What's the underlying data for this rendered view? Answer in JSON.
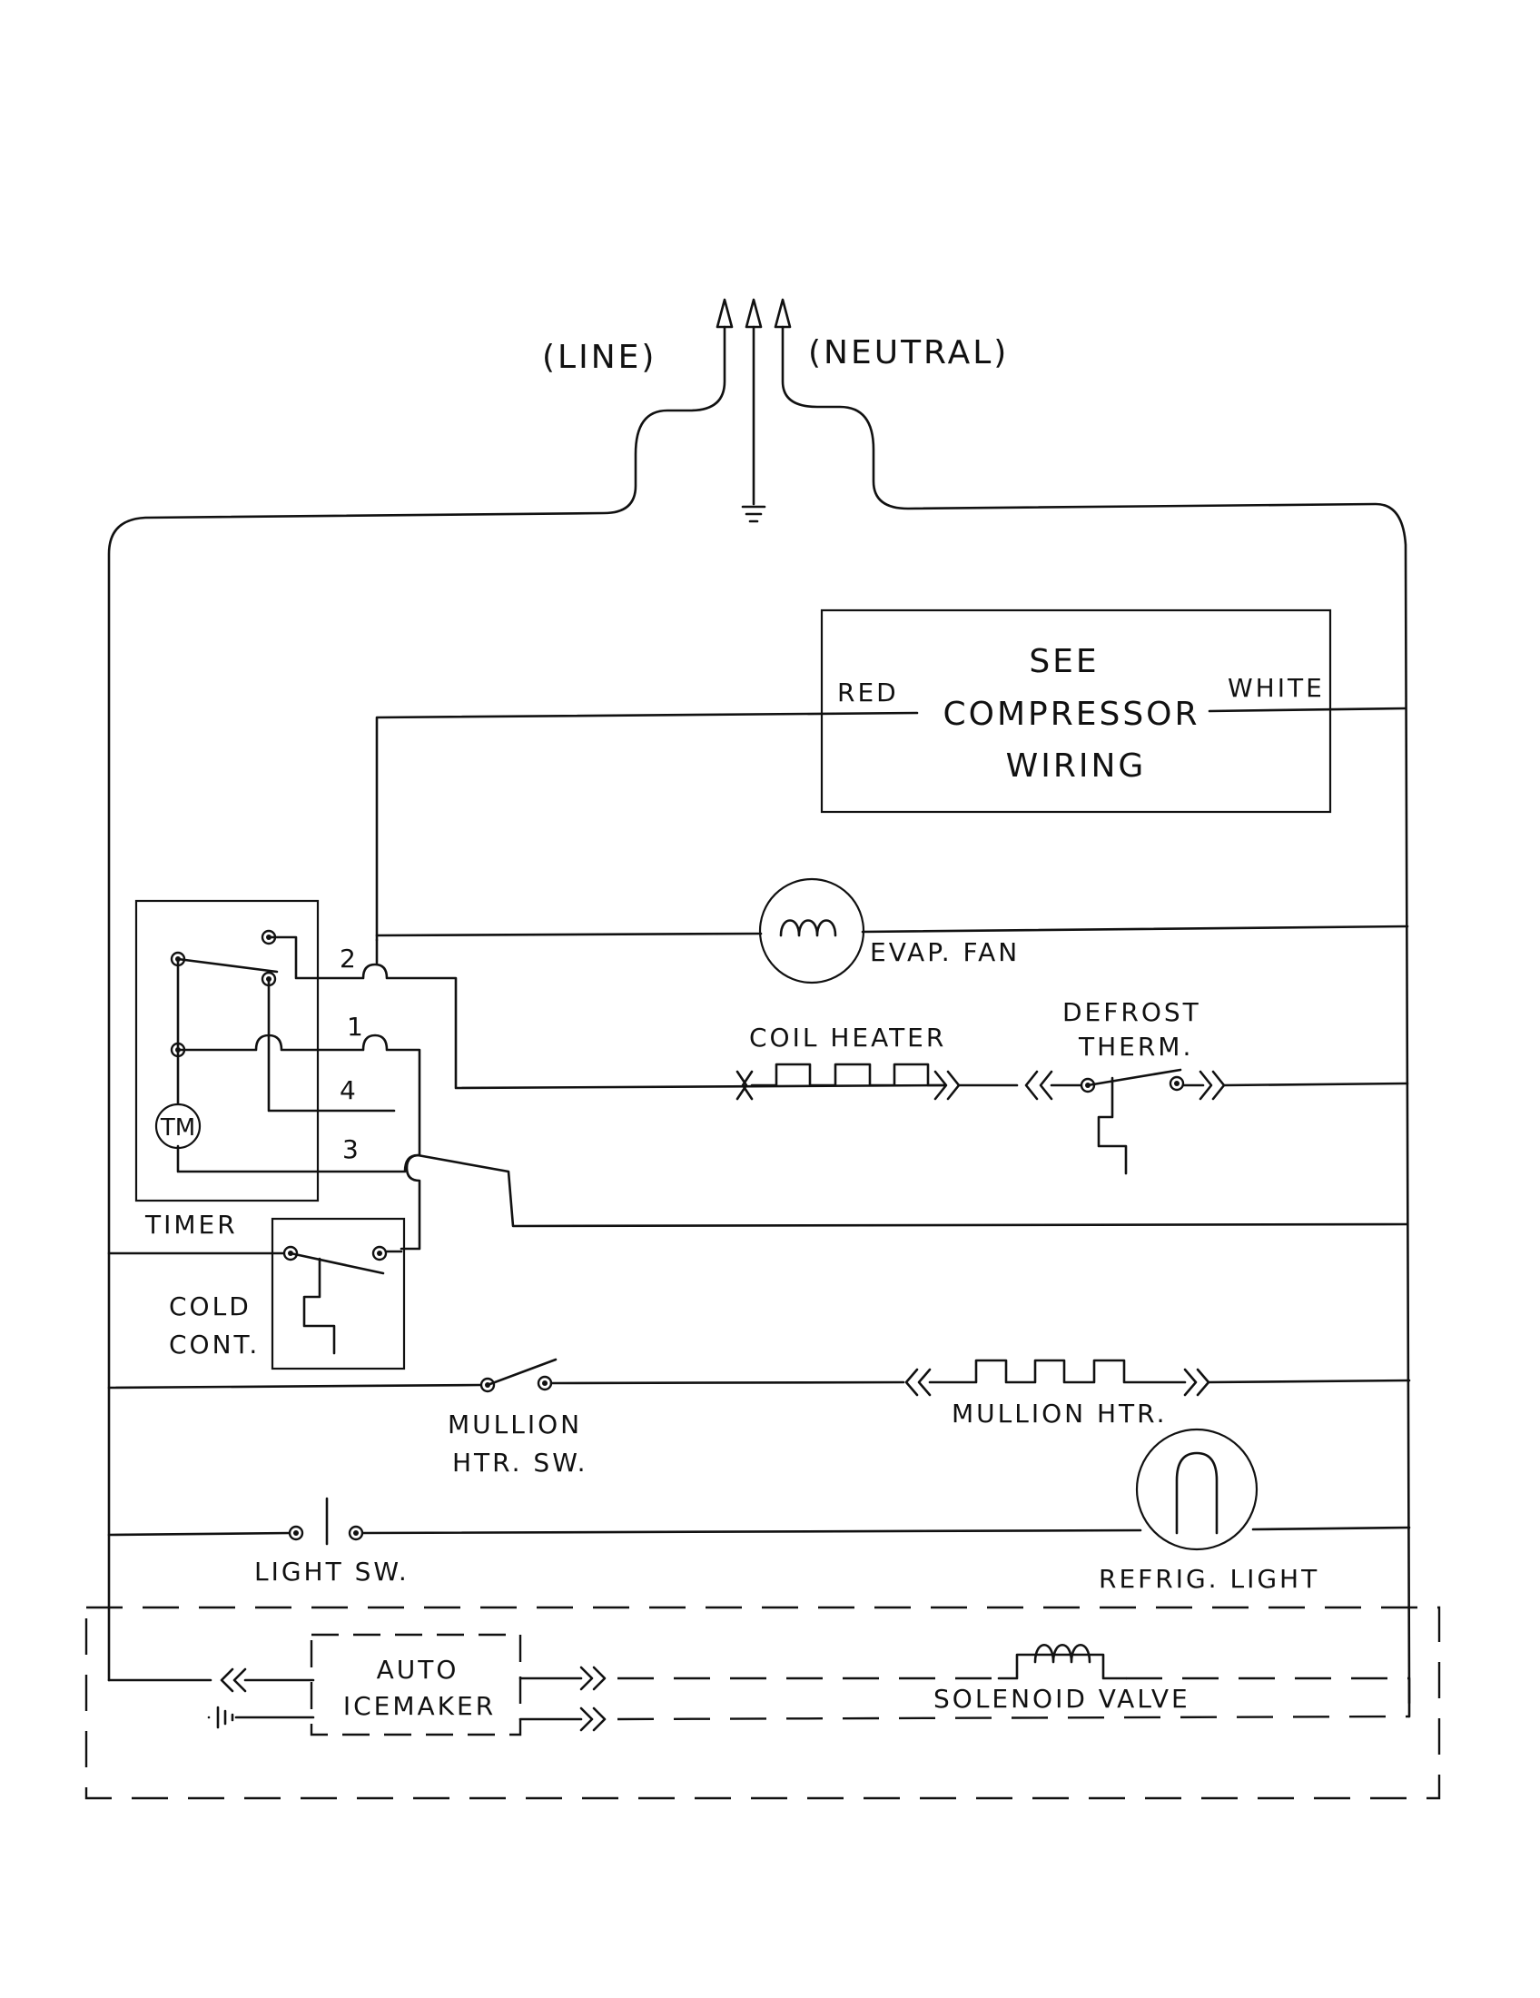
{
  "supply": {
    "line": "(LINE)",
    "neutral": "(NEUTRAL)"
  },
  "compressor": {
    "line1": "SEE",
    "line2": "COMPRESSOR",
    "line3": "WIRING",
    "red": "RED",
    "white": "WHITE"
  },
  "components": {
    "evap_fan": "EVAP. FAN",
    "coil_heater": "COIL HEATER",
    "defrost_therm_1": "DEFROST",
    "defrost_therm_2": "THERM.",
    "timer": "TIMER",
    "timer_motor": "TM",
    "cold_cont_1": "COLD",
    "cold_cont_2": "CONT.",
    "mullion_htr_sw_1": "MULLION",
    "mullion_htr_sw_2": "HTR. SW.",
    "mullion_htr": "MULLION HTR.",
    "light_sw": "LIGHT SW.",
    "refrig_light": "REFRIG. LIGHT",
    "auto_icemaker_1": "AUTO",
    "auto_icemaker_2": "ICEMAKER",
    "solenoid_valve": "SOLENOID VALVE"
  },
  "timer_terminals": {
    "t1": "1",
    "t2": "2",
    "t3": "3",
    "t4": "4"
  }
}
